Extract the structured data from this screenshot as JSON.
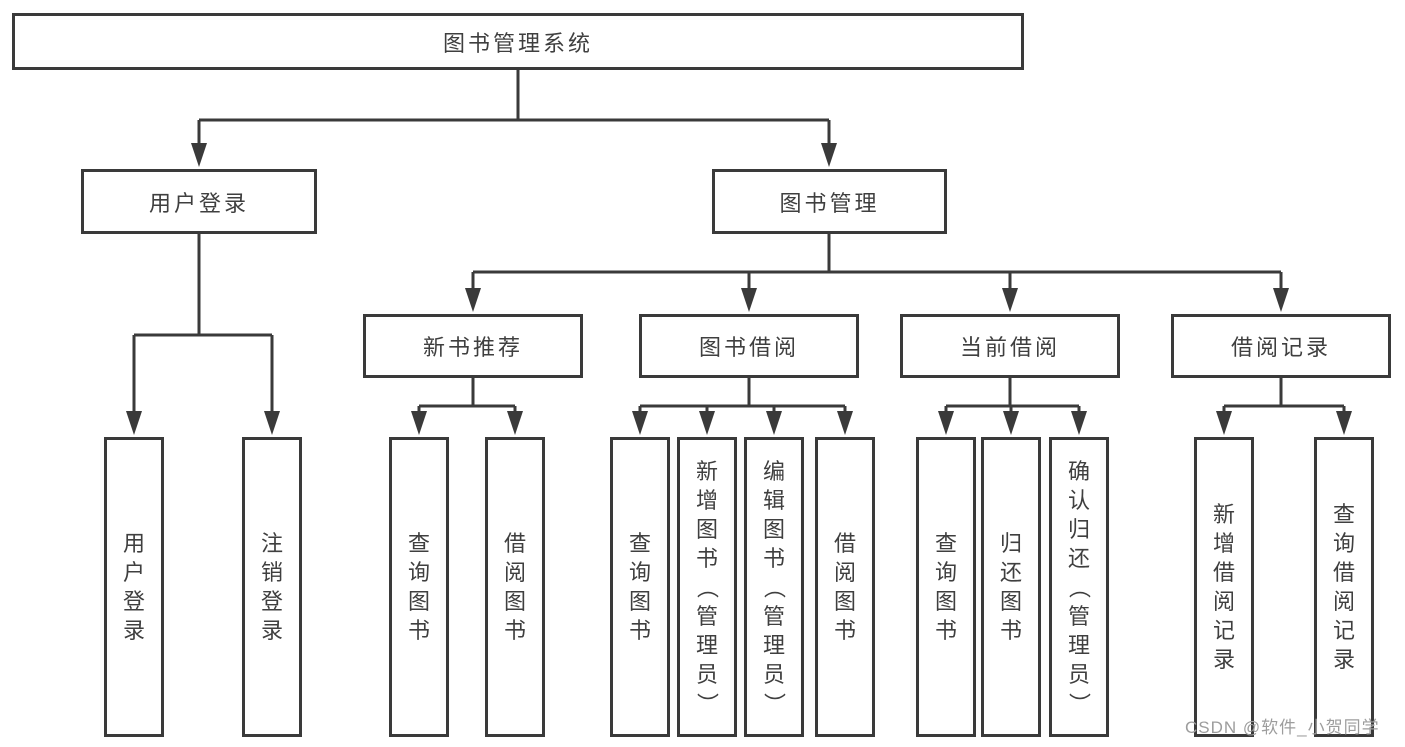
{
  "tree": {
    "root": {
      "label": "图书管理系统",
      "children": [
        {
          "label": "用户登录",
          "children": [
            {
              "label": "用户登录"
            },
            {
              "label": "注销登录"
            }
          ]
        },
        {
          "label": "图书管理",
          "children": [
            {
              "label": "新书推荐",
              "children": [
                {
                  "label": "查询图书"
                },
                {
                  "label": "借阅图书"
                }
              ]
            },
            {
              "label": "图书借阅",
              "children": [
                {
                  "label": "查询图书"
                },
                {
                  "label": "新增图书（管理员）"
                },
                {
                  "label": "编辑图书（管理员）"
                },
                {
                  "label": "借阅图书"
                }
              ]
            },
            {
              "label": "当前借阅",
              "children": [
                {
                  "label": "查询图书"
                },
                {
                  "label": "归还图书"
                },
                {
                  "label": "确认归还（管理员）"
                }
              ]
            },
            {
              "label": "借阅记录",
              "children": [
                {
                  "label": "新增借阅记录"
                },
                {
                  "label": "查询借阅记录"
                }
              ]
            }
          ]
        }
      ]
    }
  },
  "watermark": {
    "text": "CSDN @软件_小贺同学"
  },
  "colors": {
    "line": "#3a3a3a",
    "text": "#3f3f3f",
    "watermark": "#9d9d9d",
    "background": "#ffffff"
  }
}
